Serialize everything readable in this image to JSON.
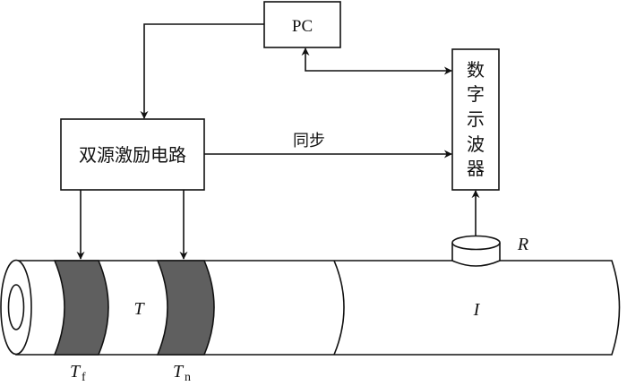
{
  "diagram": {
    "nodes": {
      "pc": {
        "label": "PC"
      },
      "oscilloscope": {
        "label_chars": [
          "数",
          "字",
          "示",
          "波",
          "器"
        ],
        "label": "数字示波器"
      },
      "excitation_circuit": {
        "label": "双源激励电路"
      }
    },
    "edges": [
      {
        "from": "pc",
        "to": "excitation_circuit",
        "type": "arrow"
      },
      {
        "from": "pc",
        "to": "oscilloscope",
        "type": "bidirectional-arrow"
      },
      {
        "from": "excitation_circuit",
        "to": "oscilloscope",
        "type": "arrow",
        "label": "同步"
      },
      {
        "from": "excitation_circuit",
        "to": "transducer_tf",
        "type": "arrow"
      },
      {
        "from": "excitation_circuit",
        "to": "transducer_tn",
        "type": "arrow"
      },
      {
        "from": "receiver_r",
        "to": "oscilloscope",
        "type": "arrow"
      }
    ],
    "sync_label": "同步",
    "pipe": {
      "labels": {
        "transducer_far": {
          "main": "T",
          "sub": "f"
        },
        "transducer_near": {
          "main": "T",
          "sub": "n"
        },
        "transmit_section": "T",
        "inspection_section": "I",
        "receiver": "R"
      },
      "colors": {
        "transducer_fill": "#5f5f5f",
        "pipe_fill": "#ffffff",
        "stroke": "#111111"
      }
    }
  }
}
